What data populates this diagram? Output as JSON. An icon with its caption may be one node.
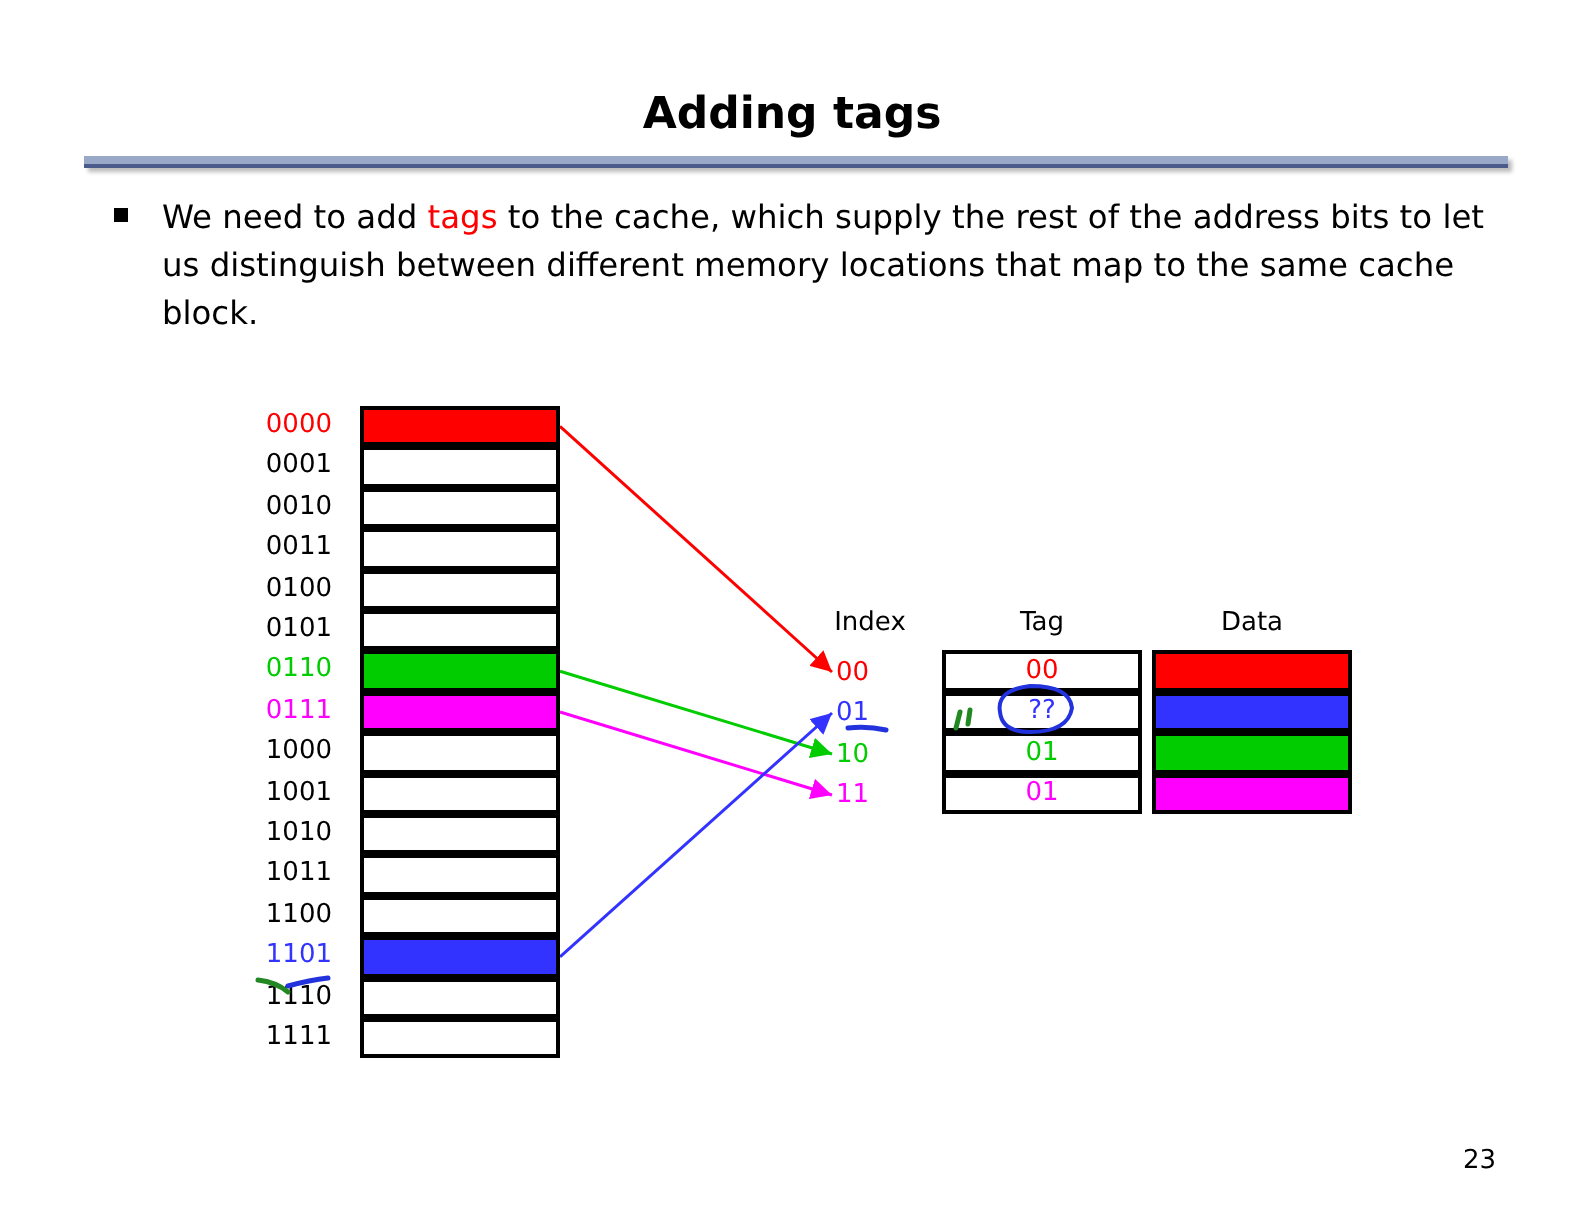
{
  "diagram": {
    "title": "Adding tags",
    "nodes": [
      {
        "text": [],
        "shape": "box",
        "beside": [
          "0000"
        ]
      },
      {
        "text": [],
        "shape": "box",
        "beside": [
          "0001"
        ]
      },
      {
        "text": [],
        "shape": "box",
        "beside": [
          "0010"
        ]
      },
      {
        "text": [],
        "shape": "box",
        "beside": [
          "0011"
        ]
      },
      {
        "text": [],
        "shape": "box",
        "beside": [
          "0100"
        ]
      },
      {
        "text": [],
        "shape": "box",
        "beside": [
          "0101"
        ]
      },
      {
        "text": [],
        "shape": "box",
        "beside": [
          "0110"
        ]
      },
      {
        "text": [],
        "shape": "box",
        "beside": [
          "0111"
        ]
      },
      {
        "text": [],
        "shape": "box",
        "beside": [
          "1000"
        ]
      },
      {
        "text": [],
        "shape": "box",
        "beside": [
          "1001"
        ]
      },
      {
        "text": [],
        "shape": "box",
        "beside": [
          "1010"
        ]
      },
      {
        "text": [],
        "shape": "box",
        "beside": [
          "1011"
        ]
      },
      {
        "text": [],
        "shape": "box",
        "beside": [
          "1100"
        ]
      },
      {
        "text": [],
        "shape": "box",
        "beside": [
          "1101"
        ]
      },
      {
        "text": [],
        "shape": "box",
        "beside": [
          "1110"
        ]
      },
      {
        "text": [],
        "shape": "box",
        "beside": [
          "1111"
        ]
      },
      {
        "text": [
          "00"
        ]
      },
      {
        "text": [
          "01"
        ]
      },
      {
        "text": [
          "10"
        ]
      },
      {
        "text": [
          "11"
        ]
      },
      {
        "text": [
          "00"
        ]
      },
      {
        "text": [
          "??"
        ]
      },
      {
        "text": [
          "01"
        ]
      },
      {
        "text": [
          "01"
        ]
      },
      {
        "text": [],
        "shape": "box"
      },
      {
        "text": [],
        "shape": "box"
      },
      {
        "text": [],
        "shape": "box"
      },
      {
        "text": [],
        "shape": "box"
      }
    ],
    "edges": [
      {
        "from": 0,
        "to": 16,
        "arrow": "to",
        "color": "#ff0000"
      },
      {
        "from": 6,
        "to": 18,
        "arrow": "to",
        "color": "#00cc00"
      },
      {
        "from": 7,
        "to": 19,
        "arrow": "to",
        "color": "#ff00ff"
      },
      {
        "from": 13,
        "to": 17,
        "arrow": "to",
        "color": "#3333ff"
      }
    ],
    "labels": [
      "We need to add **tags** to the cache, which supply the rest of the address bits to let us distinguish between different memory locations that map to the same cache block.",
      "Index",
      "Tag",
      "Data",
      "23"
    ]
  }
}
